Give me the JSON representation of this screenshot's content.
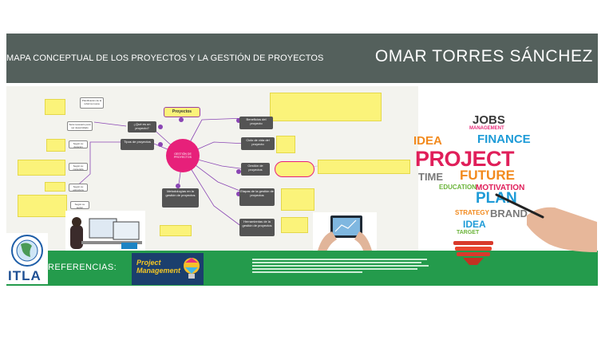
{
  "header": {
    "subtitle": "MAPA CONCEPTUAL DE LOS PROYECTOS Y LA GESTIÓN DE PROYECTOS",
    "author": "OMAR TORRES SÁNCHEZ"
  },
  "map": {
    "title": "Proyectos",
    "center": "GESTIÓN DE PROYECTOS",
    "left_nodes": [
      "¿Qué es un proyecto?",
      "Tipos de proyectos"
    ],
    "small_nodes": [
      "Planificación de la reforma nueva",
      "Será necesario para ser desarrollado",
      "Según su duración",
      "Según su contenido",
      "Según su estructura",
      "Según su sector"
    ],
    "bottom_left_node": "Metodologías en la gestión de proyectos",
    "right_nodes": [
      "Beneficios del proyecto",
      "Ciclo de vida del proyecto",
      "Gestión de proyectos",
      "Etapas de la gestión de proyectos",
      "Herramientas de la gestión de proyectos"
    ]
  },
  "footer": {
    "references_label": "REFERENCIAS:",
    "pm_logo": "Project Management",
    "logo_text": "ITLA"
  },
  "bulb_words": {
    "top": [
      "JOBS",
      "MANAGEMENT"
    ],
    "mid": [
      "IDEA",
      "FINANCE"
    ],
    "main": "PROJECT",
    "row2": [
      "TIME",
      "FUTURE"
    ],
    "row3": [
      "EDUCATION",
      "MOTIVATION"
    ],
    "row4": "PLAN",
    "row5": [
      "STRATEGY",
      "BRAND"
    ],
    "row6": [
      "IDEA",
      "TARGET"
    ]
  },
  "colors": {
    "header_bg": "#54605c",
    "footer_green": "#249b4c",
    "center_node": "#e7207a",
    "note_yellow": "#fbf37a",
    "accent_purple": "#8a46b4"
  }
}
